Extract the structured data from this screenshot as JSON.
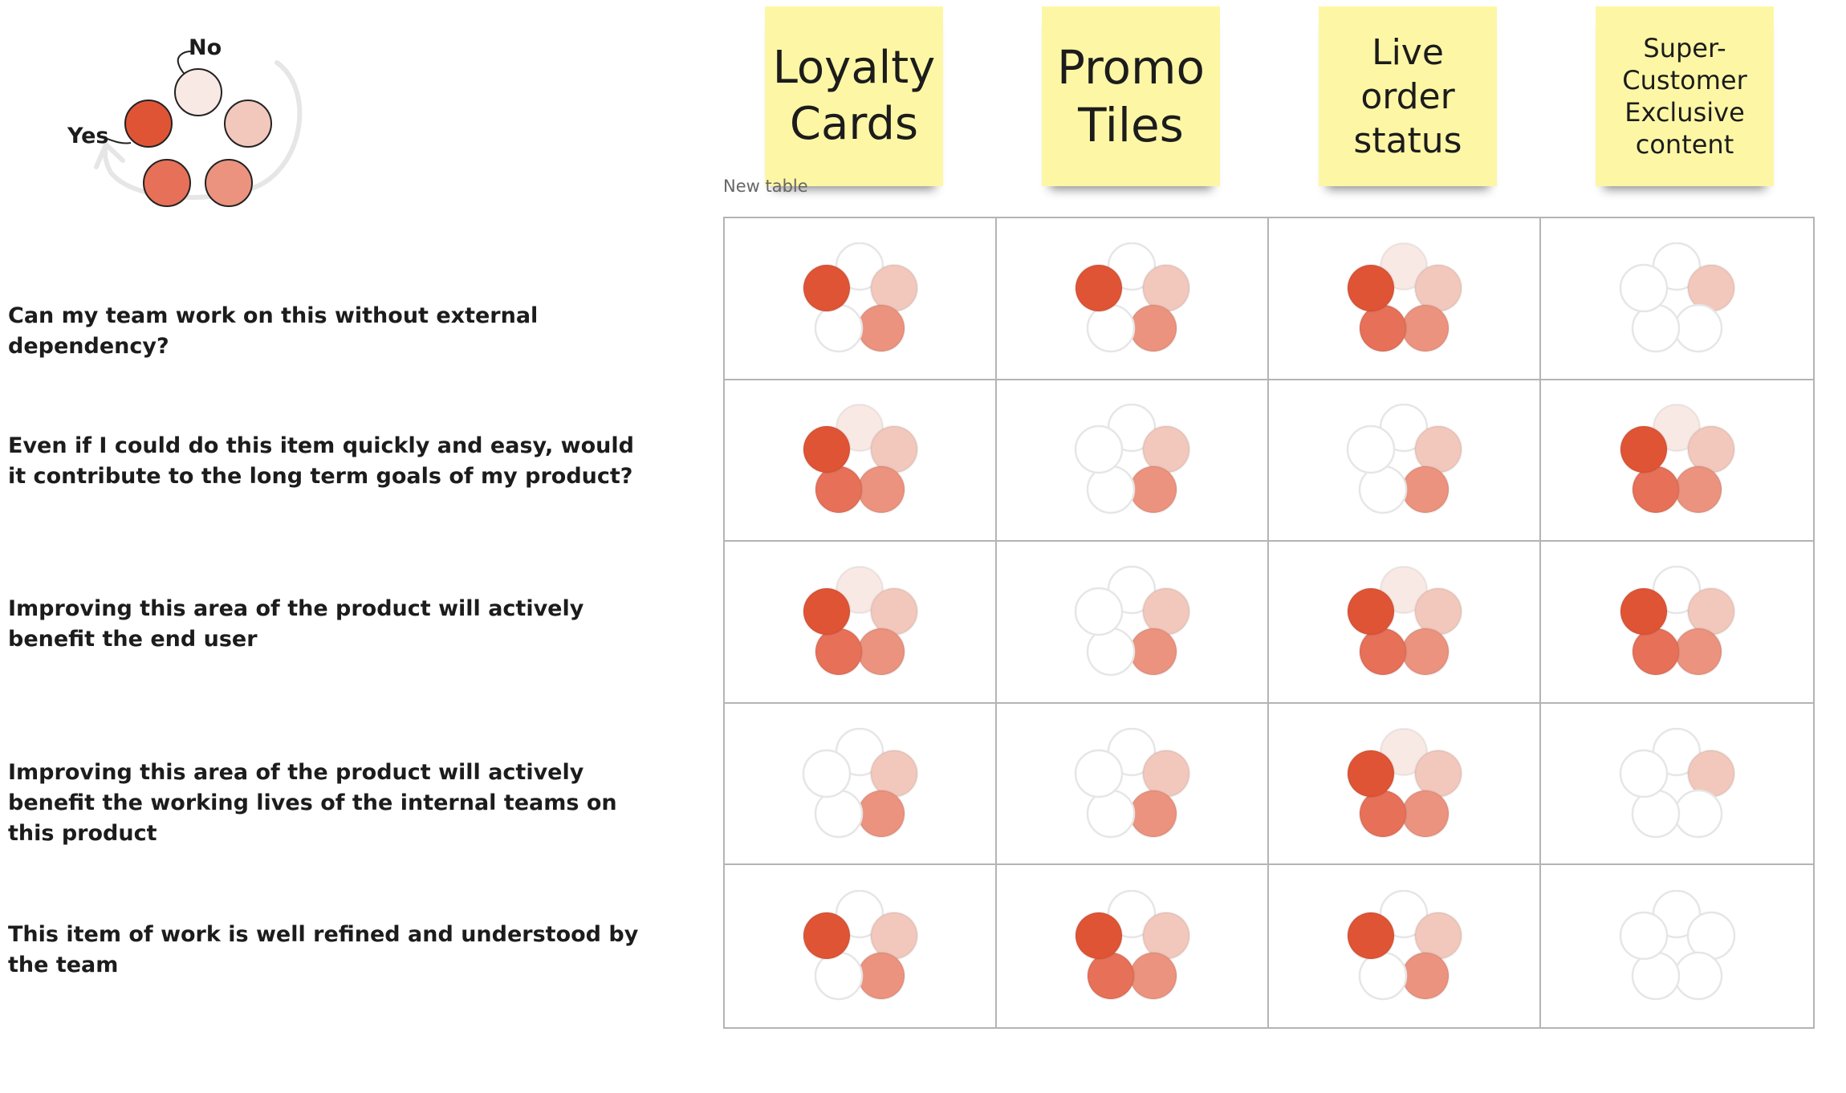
{
  "legend": {
    "no_label": "No",
    "yes_label": "Yes"
  },
  "columns": [
    {
      "label": "Loyalty\nCards",
      "size": 56
    },
    {
      "label": "Promo\nTiles",
      "size": 58
    },
    {
      "label": "Live\norder\nstatus",
      "size": 44
    },
    {
      "label": "Super-\nCustomer\nExclusive\ncontent",
      "size": 32
    }
  ],
  "table_caption": "New table",
  "rows": [
    {
      "question": "Can my team work on this without external dependency?"
    },
    {
      "question": "Even if I could do this item quickly and easy, would it contribute to the long term goals of my product?"
    },
    {
      "question": "Improving this area of the product will actively benefit the end user"
    },
    {
      "question": "Improving this area of the product will actively benefit the working lives of the internal teams on this product"
    },
    {
      "question": "This item of work is well refined and understood by the team"
    }
  ],
  "votes": [
    [
      [
        0,
        1,
        1,
        0,
        1
      ],
      [
        0,
        1,
        1,
        0,
        1
      ],
      [
        1,
        1,
        1,
        1,
        1
      ],
      [
        0,
        1,
        0,
        0,
        0
      ]
    ],
    [
      [
        1,
        1,
        1,
        1,
        1
      ],
      [
        0,
        1,
        1,
        0,
        0
      ],
      [
        0,
        1,
        1,
        0,
        0
      ],
      [
        1,
        1,
        1,
        1,
        1
      ]
    ],
    [
      [
        1,
        1,
        1,
        1,
        1
      ],
      [
        0,
        1,
        1,
        0,
        0
      ],
      [
        1,
        1,
        1,
        1,
        1
      ],
      [
        0,
        1,
        1,
        1,
        1
      ]
    ],
    [
      [
        0,
        1,
        1,
        0,
        0
      ],
      [
        0,
        1,
        1,
        0,
        0
      ],
      [
        1,
        1,
        1,
        1,
        1
      ],
      [
        0,
        1,
        0,
        0,
        0
      ]
    ],
    [
      [
        0,
        1,
        1,
        0,
        1
      ],
      [
        0,
        1,
        1,
        1,
        1
      ],
      [
        0,
        1,
        1,
        0,
        1
      ],
      [
        0,
        0,
        0,
        0,
        0
      ]
    ]
  ],
  "colors": {
    "strong_yes": "#e05436",
    "yes": "#e77058",
    "lean_yes": "#eb937e",
    "lean_no": "#f2c8bd",
    "no": "#f9e9e5",
    "empty_stroke": "#e6e6e6",
    "sticky": "#fdf7a5",
    "grid": "#b4b4b4"
  }
}
